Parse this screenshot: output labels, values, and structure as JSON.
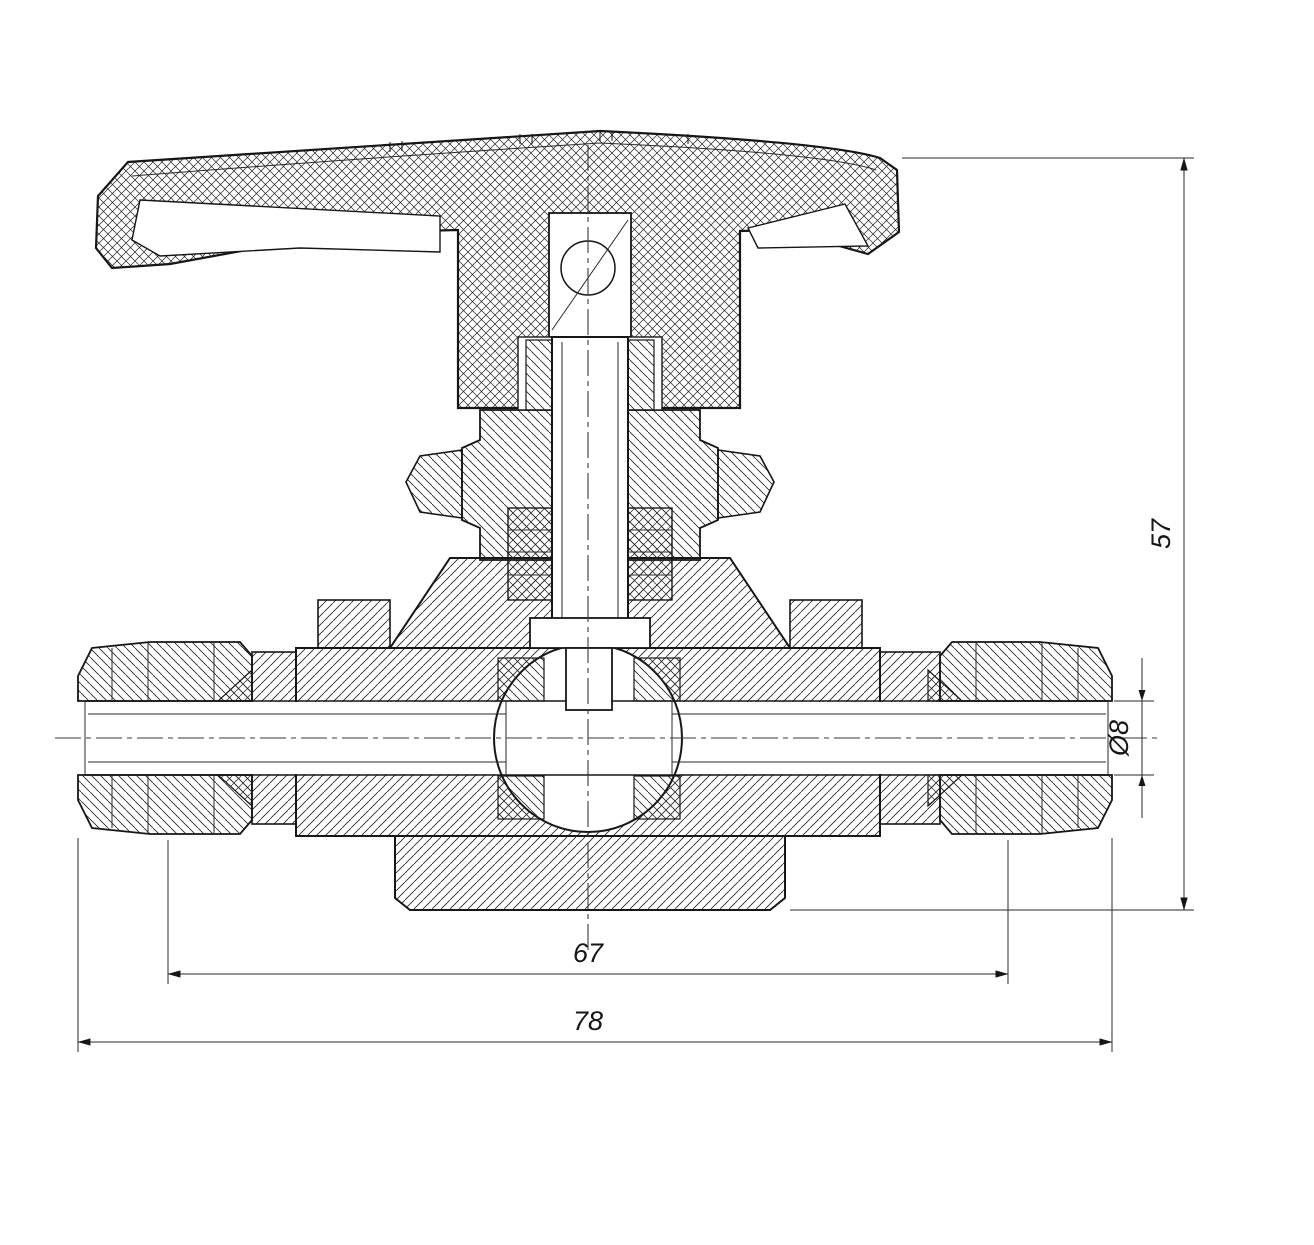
{
  "drawing": {
    "dimensions": {
      "overall_height": "57",
      "fitting_span": "67",
      "overall_length": "78",
      "tube_diameter": "Ø8"
    },
    "colors": {
      "line": "#161616",
      "background": "#ffffff"
    }
  }
}
